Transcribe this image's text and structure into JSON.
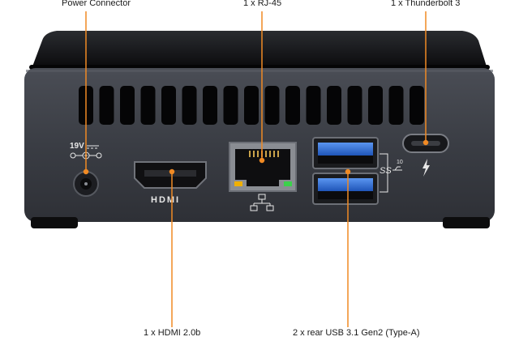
{
  "callouts": {
    "power_connector": "Power Connector",
    "rj45": "1 x RJ-45",
    "thunderbolt": "1 x Thunderbolt 3",
    "hdmi": "1 x HDMI 2.0b",
    "usb": "2 x rear USB 3.1 Gen2 (Type-A)"
  },
  "chassis_markings": {
    "voltage": "19V",
    "hdmi_logo": "HDMI",
    "usb_logo": "SS",
    "usb_speed": "10"
  },
  "colors": {
    "leader_line": "#f08a24",
    "chassis": "#3c3f46",
    "top_cover": "#111214",
    "usb_blue": "#2f6fd6"
  },
  "icons": {
    "power_polarity": "dc-polarity-icon",
    "network": "network-icon",
    "thunderbolt": "thunderbolt-icon",
    "usb": "usb-superspeed-icon"
  }
}
